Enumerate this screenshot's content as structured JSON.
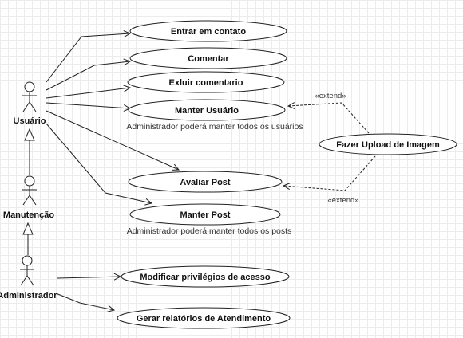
{
  "actors": {
    "usuario": "Usuário",
    "manutencao": "Manutenção",
    "administrador": "Administrador"
  },
  "use_cases": {
    "entrar_contato": "Entrar em contato",
    "comentar": "Comentar",
    "excluir_comentario": "Exluir comentario",
    "manter_usuario": "Manter Usuário",
    "avaliar_post": "Avaliar Post",
    "manter_post": "Manter Post",
    "modificar_privilegios": "Modificar privilégios de acesso",
    "gerar_relatorios": "Gerar relatórios de Atendimento",
    "fazer_upload": "Fazer Upload de Imagem"
  },
  "notes": {
    "manter_usuario_note": "Administrador poderá manter todos os usuários",
    "manter_post_note": "Administrador poderá manter todos os posts"
  },
  "relations": {
    "extend_1": "«extend»",
    "extend_2": "«extend»"
  }
}
